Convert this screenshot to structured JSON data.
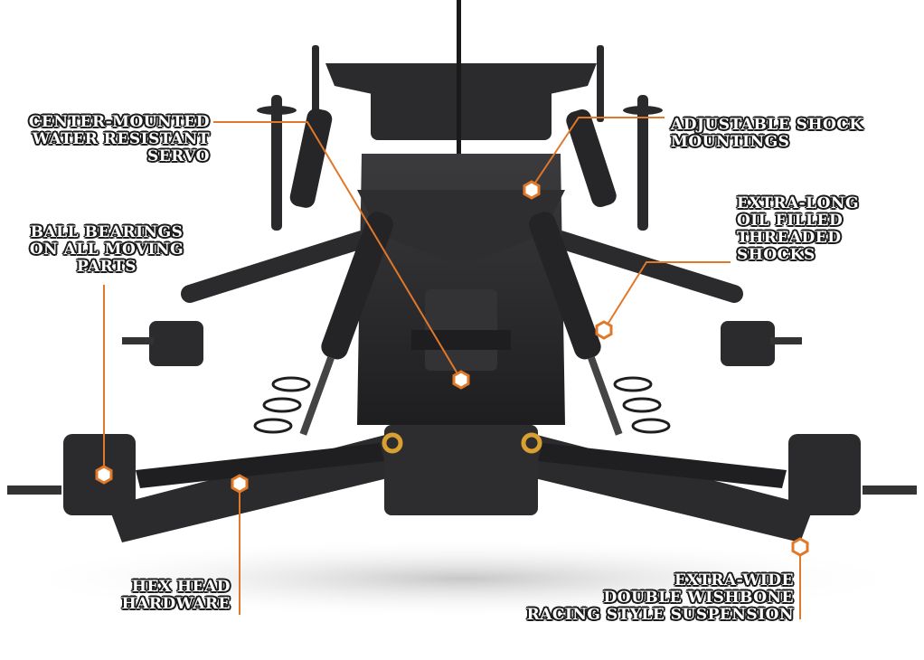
{
  "callouts": {
    "servo": [
      "CENTER-MOUNTED",
      "WATER RESISTANT",
      "SERVO"
    ],
    "shock_mount": [
      "ADJUSTABLE SHOCK",
      "MOUNTINGS"
    ],
    "shocks": [
      "EXTRA-LONG",
      "OIL FILLED",
      "THREADED",
      "SHOCKS"
    ],
    "bearings": [
      "BALL BEARINGS",
      "ON ALL MOVING",
      "PARTS"
    ],
    "hex": [
      "HEX HEAD",
      "HARDWARE"
    ],
    "suspension": [
      "EXTRA-WIDE",
      "DOUBLE WISHBONE",
      "RACING STYLE SUSPENSION"
    ]
  },
  "colors": {
    "accent": "#e0782a",
    "chassis": "#2b2b2d",
    "chassis_light": "#4a4a4e",
    "brass": "#d9a030",
    "text_outline": "#1a1a1a"
  }
}
